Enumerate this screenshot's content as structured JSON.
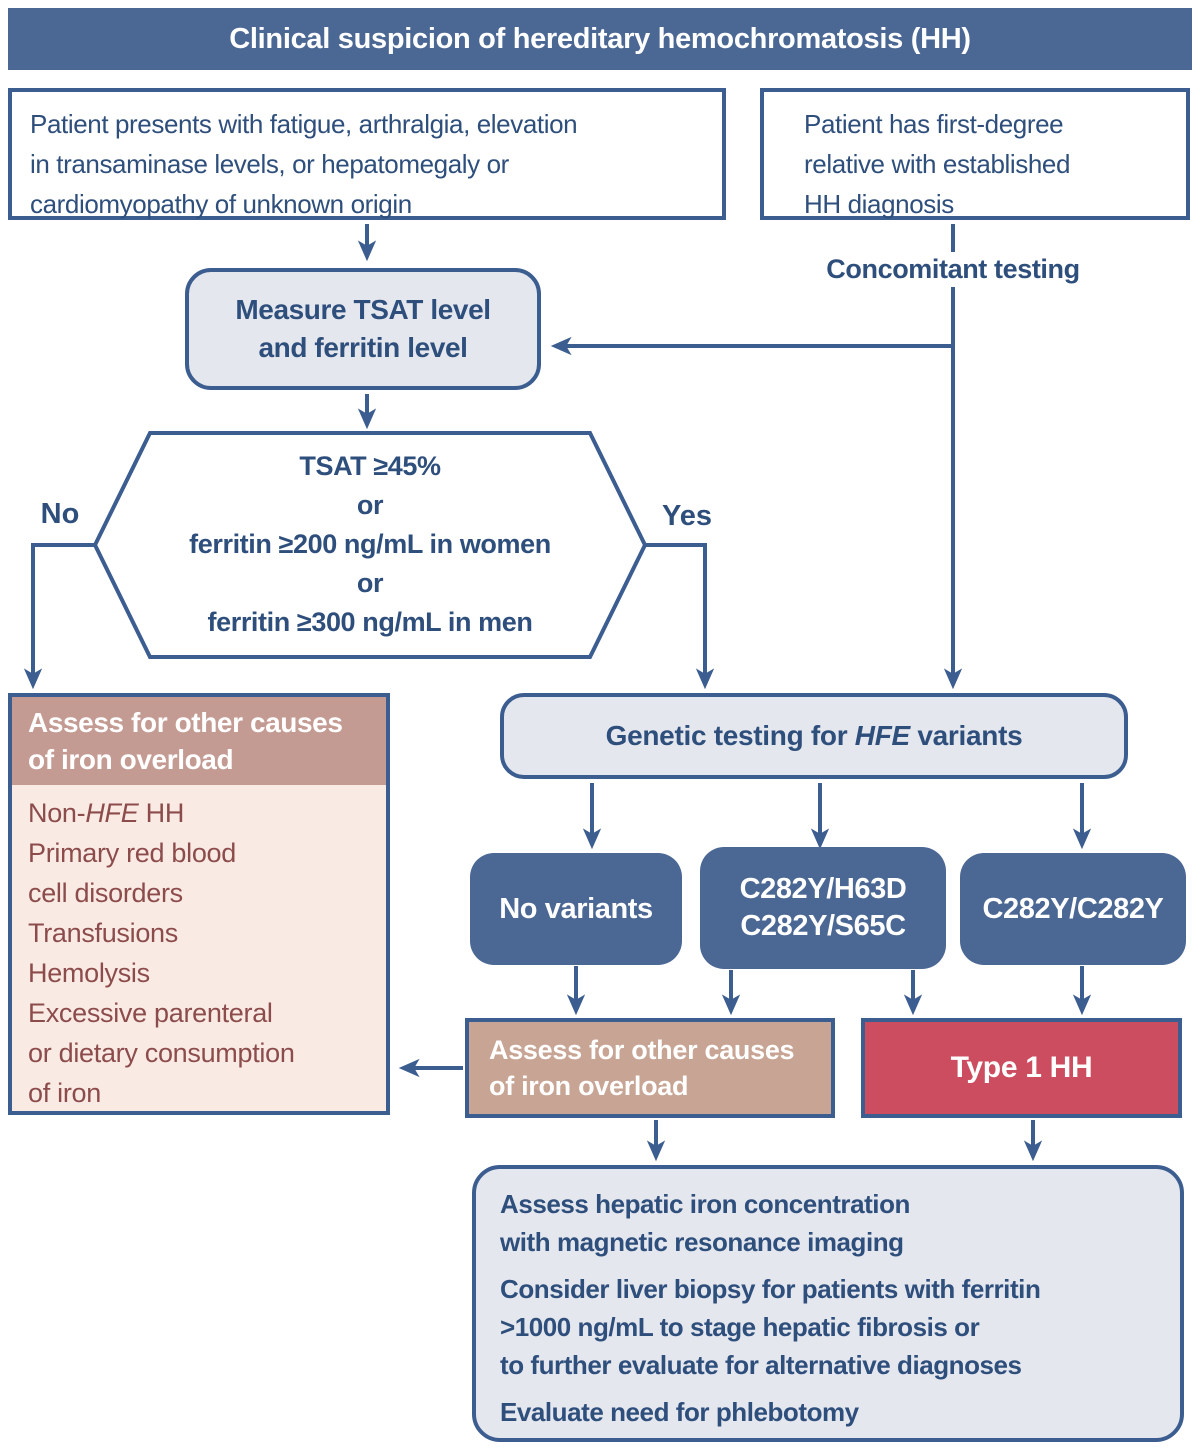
{
  "colors": {
    "banner_fill": "#4b6794",
    "line_and_border": "#3c5d90",
    "light_fill": "#e5e7ee",
    "dark_node_fill": "#4b6794",
    "blue_text": "#2e4e7c",
    "mauve_header_fill": "#c49b93",
    "pink_body_fill": "#f9eae4",
    "maroon_text": "#8d4c4c",
    "tan_fill": "#c7a493",
    "red_fill": "#cb4d5f"
  },
  "banner": {
    "title": "Clinical suspicion of hereditary hemochromatosis (HH)"
  },
  "top_left_box": {
    "lines": [
      "Patient presents with fatigue, arthralgia, elevation",
      "in transaminase levels, or hepatomegaly or",
      "cardiomyopathy of unknown origin"
    ]
  },
  "top_right_box": {
    "lines": [
      "Patient has first-degree",
      "relative with established",
      "HH diagnosis"
    ]
  },
  "concomitant_label": "Concomitant testing",
  "measure_box": {
    "lines": [
      "Measure TSAT level",
      "and ferritin level"
    ]
  },
  "decision": {
    "no_label": "No",
    "yes_label": "Yes",
    "lines": [
      "TSAT ≥45%",
      "or",
      "ferritin ≥200 ng/mL in women",
      "or",
      "ferritin ≥300 ng/mL in men"
    ]
  },
  "assess_left_box": {
    "header_lines": [
      "Assess for other causes",
      "of iron overload"
    ],
    "non_hfe_item": {
      "pre": "Non-",
      "gene": "HFE",
      "post": " HH"
    },
    "item_primary_lines": [
      "Primary red blood",
      "cell disorders"
    ],
    "item_transfusions": "Transfusions",
    "item_hemolysis": "Hemolysis",
    "item_excessive_lines": [
      "Excessive parenteral",
      "or dietary consumption",
      "of iron"
    ]
  },
  "genetic_box": {
    "pre": "Genetic testing for ",
    "gene": "HFE",
    "post": " variants"
  },
  "variant_boxes": {
    "no_variants": "No variants",
    "compound_lines": [
      "C282Y/H63D",
      "C282Y/S65C"
    ],
    "homozygous": "C282Y/C282Y"
  },
  "assess_mid_box": {
    "lines": [
      "Assess for other causes",
      "of iron overload"
    ]
  },
  "type1_box": {
    "label": "Type 1 HH"
  },
  "bottom_box": {
    "para1_lines": [
      "Assess hepatic iron concentration",
      "with magnetic resonance imaging"
    ],
    "para2_lines": [
      "Consider liver biopsy for patients with ferritin",
      ">1000 ng/mL to stage hepatic fibrosis or",
      "to further evaluate for alternative diagnoses"
    ],
    "para3_lines": [
      "Evaluate need for phlebotomy"
    ]
  }
}
